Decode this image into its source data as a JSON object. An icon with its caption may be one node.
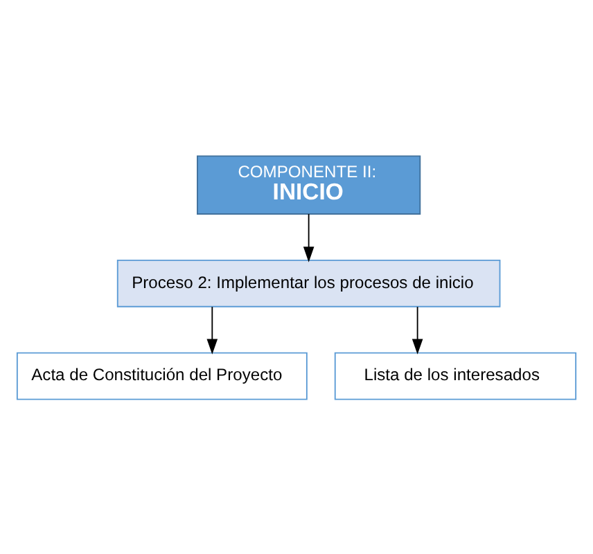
{
  "diagram": {
    "nodes": [
      {
        "text": [
          "COMPONENTE II:",
          "INICIO"
        ]
      },
      {
        "text": [
          "Proceso 2: Implementar los procesos de inicio"
        ]
      },
      {
        "text": [
          "Acta de Constitución del Proyecto"
        ]
      },
      {
        "text": [
          "Lista de los interesados"
        ]
      }
    ],
    "edges": [
      {
        "from": 0,
        "to": 1,
        "arrow": "to"
      },
      {
        "from": 1,
        "to": 2,
        "arrow": "to"
      },
      {
        "from": 1,
        "to": 3,
        "arrow": "to"
      }
    ]
  }
}
